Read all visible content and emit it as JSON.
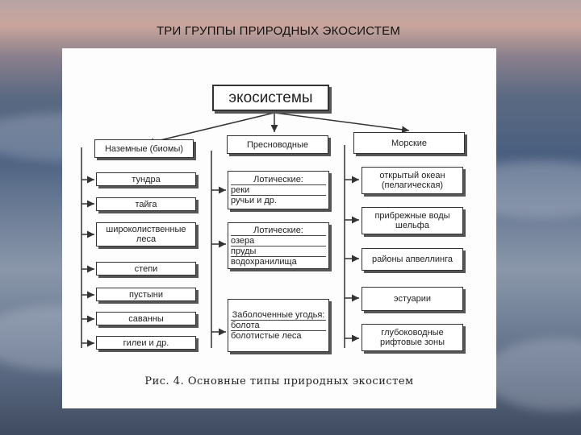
{
  "slide_title": "ТРИ ГРУППЫ ПРИРОДНЫХ ЭКОСИСТЕМ",
  "root": "экосистемы",
  "columns": {
    "terrestrial": {
      "header": "Наземные (биомы)",
      "items": [
        "тундра",
        "тайга",
        "широколиственные леса",
        "степи",
        "пустыни",
        "саванны",
        "гилеи и др."
      ]
    },
    "freshwater": {
      "header": "Пресноводные",
      "lotic": {
        "title": "Лотические:",
        "rows": [
          "реки",
          "ручьи и др."
        ]
      },
      "lentic": {
        "title": "Лотические:",
        "rows": [
          "озера",
          "пруды",
          "водохранилища"
        ]
      },
      "wetlands": {
        "title": "Заболоченные угодья:",
        "rows": [
          "болота",
          "болотистые леса"
        ]
      }
    },
    "marine": {
      "header": "Морские",
      "items": [
        "открытый океан (пелагическая)",
        "прибрежные воды шельфа",
        "районы апвеллинга",
        "эстуарии",
        "глубоководные рифтовые зоны"
      ]
    }
  },
  "caption": "Рис. 4. Основные типы природных экосистем"
}
